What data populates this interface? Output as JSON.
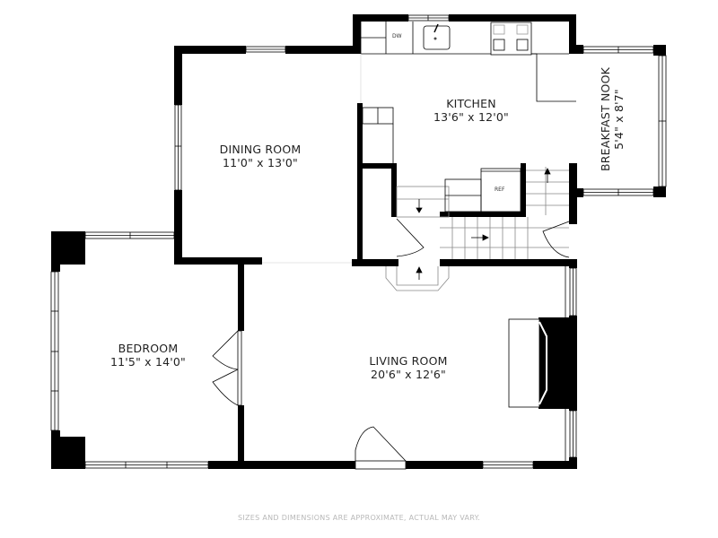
{
  "floorplan": {
    "rooms": [
      {
        "id": "kitchen",
        "name": "KITCHEN",
        "dimensions": "13'6\" x 12'0\""
      },
      {
        "id": "breakfast_nook",
        "name": "BREAKFAST NOOK",
        "dimensions": "5'4\" x 8'7\""
      },
      {
        "id": "dining_room",
        "name": "DINING ROOM",
        "dimensions": "11'0\" x 13'0\""
      },
      {
        "id": "bedroom",
        "name": "BEDROOM",
        "dimensions": "11'5\" x 14'0\""
      },
      {
        "id": "living_room",
        "name": "LIVING ROOM",
        "dimensions": "20'6\" x 12'6\""
      }
    ],
    "fixtures": {
      "dishwasher": "DW",
      "refrigerator": "REF"
    },
    "disclaimer": "SIZES AND DIMENSIONS ARE APPROXIMATE, ACTUAL MAY VARY.",
    "colors": {
      "wall": "#000000",
      "line": "#000000",
      "background": "#ffffff",
      "disclaimer_text": "#b8b8b8"
    }
  }
}
